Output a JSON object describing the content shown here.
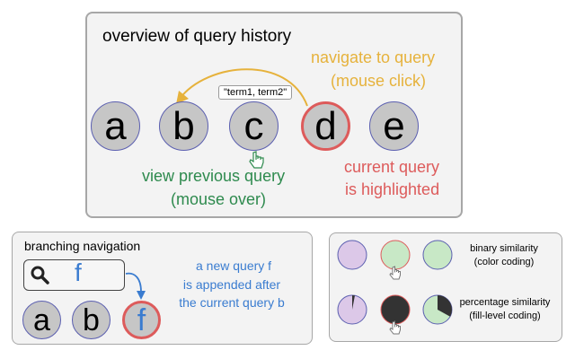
{
  "top_panel": {
    "title": "overview of query history",
    "nodes": [
      {
        "label": "a",
        "current": false
      },
      {
        "label": "b",
        "current": false
      },
      {
        "label": "c",
        "current": false,
        "hovered": true
      },
      {
        "label": "d",
        "current": true
      },
      {
        "label": "e",
        "current": false
      }
    ],
    "tooltip": "\"term1, term2\"",
    "navigate_annotation": [
      "navigate to query",
      "(mouse click)"
    ],
    "hover_annotation": [
      "view previous query",
      "(mouse over)"
    ],
    "current_annotation": [
      "current query",
      "is highlighted"
    ]
  },
  "branching_panel": {
    "title": "branching navigation",
    "search_query": "f",
    "nodes": [
      {
        "label": "a",
        "current": false
      },
      {
        "label": "b",
        "current": false
      },
      {
        "label": "f",
        "current": true
      }
    ],
    "annotation": [
      "a new query f",
      "is appended after",
      "the current query b"
    ]
  },
  "similarity_panel": {
    "binary": {
      "label": [
        "binary similarity",
        "(color coding)"
      ],
      "circles": [
        {
          "state": "dissimilar",
          "color": "#dcc8e8"
        },
        {
          "state": "hovered",
          "color": "#c8e8c6"
        },
        {
          "state": "similar",
          "color": "#c8e8c6"
        }
      ]
    },
    "percentage": {
      "label": [
        "percentage similarity",
        "(fill-level coding)"
      ],
      "circles": [
        {
          "state": "low",
          "color": "#dcc8e8",
          "fill_percent": 3
        },
        {
          "state": "hovered",
          "color": "#333333",
          "fill_percent": 100
        },
        {
          "state": "partial",
          "color": "#c8e8c6",
          "fill_percent": 33
        }
      ]
    }
  },
  "colors": {
    "node_fill": "#c6c6c6",
    "node_border": "#5b5fb0",
    "current_border": "#dd5b5b",
    "navigate": "#e6b23c",
    "hover": "#2e8a4e",
    "current": "#dd5b5b",
    "branch_text": "#3a7cd0"
  }
}
